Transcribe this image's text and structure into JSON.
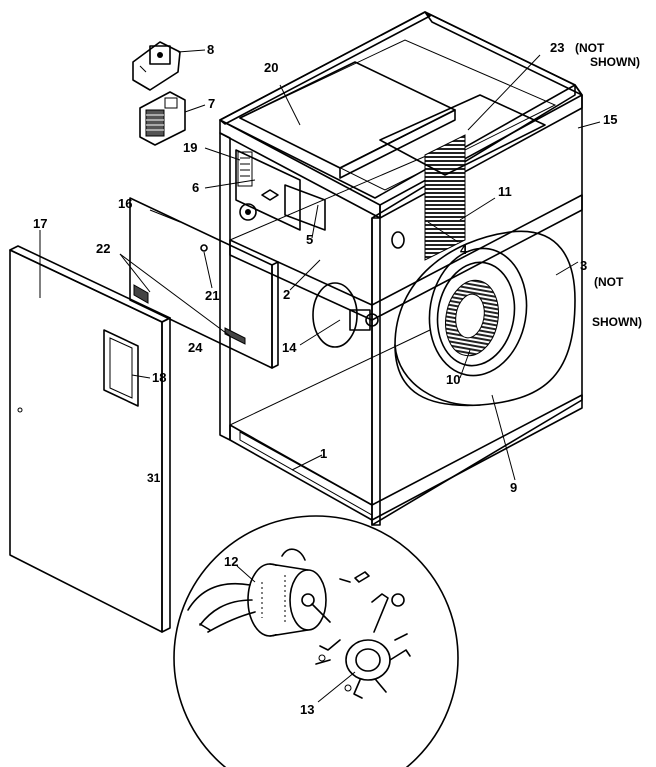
{
  "callouts": {
    "c1": "1",
    "c2": "2",
    "c3": "3",
    "c3_note": "(NOT",
    "c3_note2": "SHOWN)",
    "c4": "4",
    "c5": "5",
    "c6": "6",
    "c7": "7",
    "c8": "8",
    "c9": "9",
    "c10": "10",
    "c11": "11",
    "c12": "12",
    "c13": "13",
    "c14": "14",
    "c15": "15",
    "c16": "16",
    "c17": "17",
    "c18": "18",
    "c19": "19",
    "c20": "20",
    "c21": "21",
    "c22": "22",
    "c23": "23",
    "c23_note": "(NOT",
    "c23_note2": "SHOWN)",
    "c24": "24"
  },
  "colors": {
    "ink": "#000000",
    "background": "#ffffff",
    "stipple": "#9a9a9a"
  }
}
